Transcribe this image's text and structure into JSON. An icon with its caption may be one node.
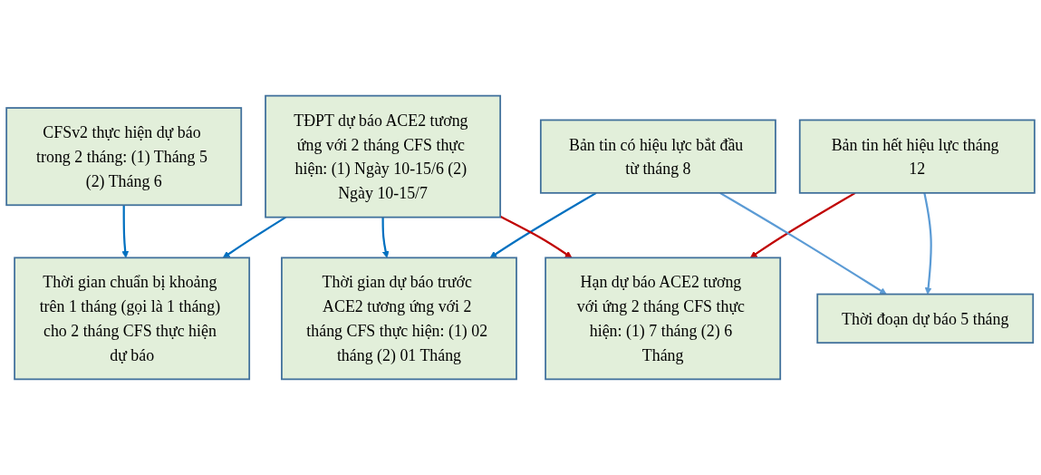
{
  "diagram": {
    "nodes": [
      {
        "text": [
          "CFSv2 thực hiện dự báo trong 2 tháng: (1) Tháng 5 (2) Tháng 6"
        ]
      },
      {
        "text": [
          "TĐPT dự báo ACE2 tương ứng với 2 tháng CFS thực hiện: (1) Ngày 10-15/6 (2) Ngày 10-15/7"
        ]
      },
      {
        "text": [
          "Bản tin có hiệu lực bắt đầu từ tháng 8"
        ]
      },
      {
        "text": [
          "Thời đoạn dự báo 5 tháng"
        ]
      },
      {
        "text": [
          "Bản tin hết hiệu lực tháng 12"
        ]
      },
      {
        "text": [
          "Thời gian chuẩn bị khoảng trên 1 tháng (gọi là 1 tháng) cho 2 tháng CFS thực hiện dự báo"
        ]
      },
      {
        "text": [
          "Thời gian dự báo trước ACE2 tương ứng với 2 tháng CFS thực hiện: (1) 02 tháng (2) 01 Tháng"
        ]
      },
      {
        "text": [
          "Hạn dự báo ACE2 tương với ứng 2 tháng CFS thực hiện: (1) 7 tháng (2) 6 Tháng"
        ]
      }
    ],
    "edges": [
      {
        "from": 0,
        "to": 5,
        "arrow": "to"
      },
      {
        "from": 1,
        "to": 5,
        "arrow": "to"
      },
      {
        "from": 1,
        "to": 6,
        "arrow": "to"
      },
      {
        "from": 2,
        "to": 6,
        "arrow": "to"
      },
      {
        "from": 1,
        "to": 7,
        "arrow": "to",
        "color": "#c00000"
      },
      {
        "from": 4,
        "to": 7,
        "arrow": "to",
        "color": "#c00000"
      },
      {
        "from": 2,
        "to": 3,
        "arrow": "to",
        "color": "#5b9bd5"
      },
      {
        "from": 4,
        "to": 3,
        "arrow": "to",
        "color": "#5b9bd5"
      }
    ]
  }
}
